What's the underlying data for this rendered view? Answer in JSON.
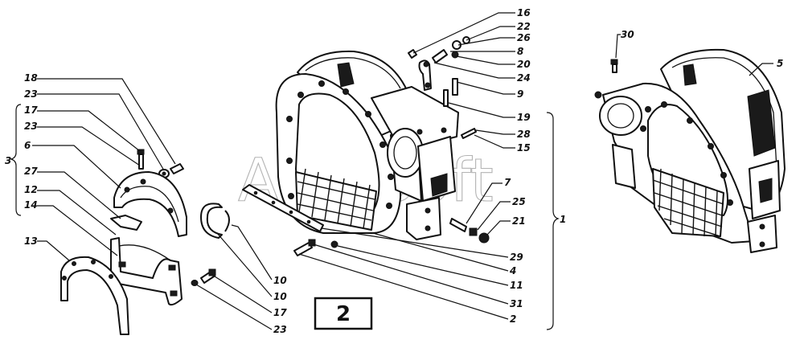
{
  "watermark": "AutoSoft",
  "figure_number": "2",
  "group_labels": {
    "left_bracket": "3",
    "right_bracket": "1"
  },
  "callouts": {
    "c18": "18",
    "c23a": "23",
    "c17a": "17",
    "c23b": "23",
    "c6": "6",
    "c27": "27",
    "c12": "12",
    "c14": "14",
    "c13": "13",
    "c10a": "10",
    "c10b": "10",
    "c17b": "17",
    "c23c": "23",
    "c16": "16",
    "c22": "22",
    "c26": "26",
    "c8": "8",
    "c20": "20",
    "c24": "24",
    "c9": "9",
    "c19": "19",
    "c28": "28",
    "c15": "15",
    "c7": "7",
    "c25": "25",
    "c21": "21",
    "c29": "29",
    "c4": "4",
    "c11": "11",
    "c31": "31",
    "c2": "2",
    "c30": "30",
    "c5": "5"
  }
}
